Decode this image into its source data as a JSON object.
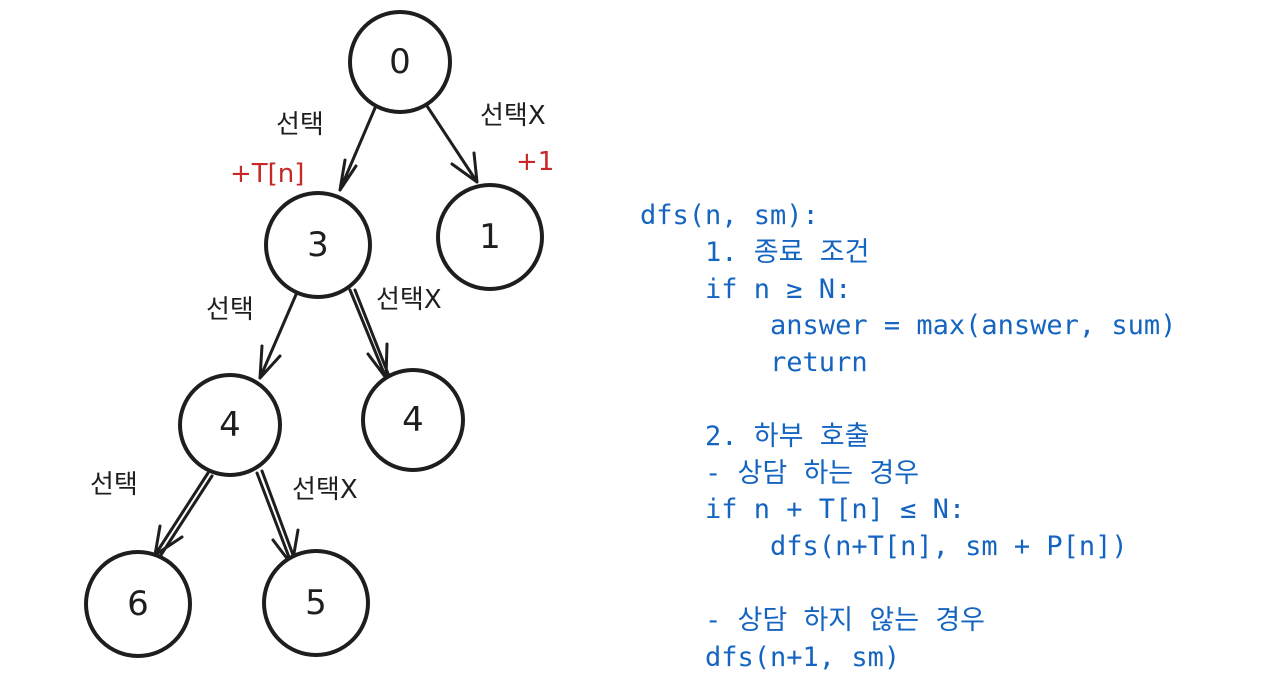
{
  "tree": {
    "nodes": {
      "root": "0",
      "left1": "3",
      "right1": "1",
      "left2": "4",
      "right2": "4",
      "left3": "6",
      "right3": "5"
    },
    "edge_labels": {
      "select": "선택",
      "skip": "선택X"
    },
    "increments": {
      "select": "+T[n]",
      "skip": "+1"
    }
  },
  "code": {
    "lines": [
      "dfs(n, sm):",
      "    1. 종료 조건",
      "    if n ≥ N:",
      "        answer = max(answer, sum)",
      "        return",
      "",
      "    2. 하부 호출",
      "    - 상담 하는 경우",
      "    if n + T[n] ≤ N:",
      "        dfs(n+T[n], sm + P[n])",
      "",
      "    - 상담 하지 않는 경우",
      "    dfs(n+1, sm)"
    ]
  }
}
